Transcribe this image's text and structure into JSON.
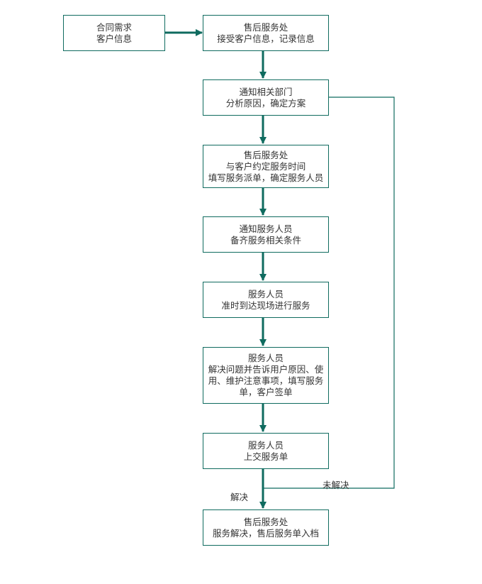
{
  "diagram": {
    "colors": {
      "line": "#0f6b5f",
      "thin_line": "#0f6b5f",
      "text": "#333333",
      "box_border": "#0f6b5f"
    },
    "nodes": {
      "contract": {
        "lines": [
          "合同需求",
          "客户信息"
        ]
      },
      "aftersales1": {
        "lines": [
          "售后服务处",
          "接受客户信息，记录信息"
        ]
      },
      "notify_dept": {
        "lines": [
          "通知相关部门",
          "分析原因，确定方案"
        ]
      },
      "aftersales2": {
        "lines": [
          "售后服务处",
          "与客户约定服务时间",
          "填写服务派单，确定服务人员"
        ]
      },
      "notify_staff": {
        "lines": [
          "通知服务人员",
          "备齐服务相关条件"
        ]
      },
      "arrive": {
        "lines": [
          "服务人员",
          "准时到达现场进行服务"
        ]
      },
      "solve": {
        "lines": [
          "服务人员",
          "解决问题并告诉用户原因、使",
          "用、维护注意事项，填写服务",
          "单，客户签单"
        ]
      },
      "submit": {
        "lines": [
          "服务人员",
          "上交服务单"
        ]
      },
      "archive": {
        "lines": [
          "售后服务处",
          "服务解决，售后服务单入档"
        ]
      }
    },
    "edge_labels": {
      "resolved": "解决",
      "unresolved": "未解决"
    }
  }
}
